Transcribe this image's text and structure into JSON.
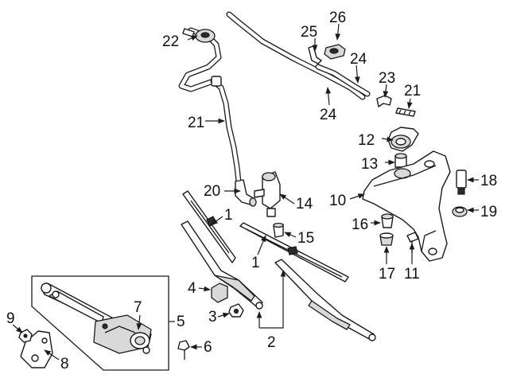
{
  "labels": {
    "l1a": "1",
    "l1b": "1",
    "l2": "2",
    "l3": "3",
    "l4": "4",
    "l5": "5",
    "l6": "6",
    "l7": "7",
    "l8": "8",
    "l9": "9",
    "l10": "10",
    "l11": "11",
    "l12": "12",
    "l13": "13",
    "l14": "14",
    "l15": "15",
    "l16": "16",
    "l17": "17",
    "l18": "18",
    "l19": "19",
    "l20": "20",
    "l21a": "21",
    "l21b": "21",
    "l22": "22",
    "l23": "23",
    "l24a": "24",
    "l24b": "24",
    "l25": "25",
    "l26": "26"
  }
}
